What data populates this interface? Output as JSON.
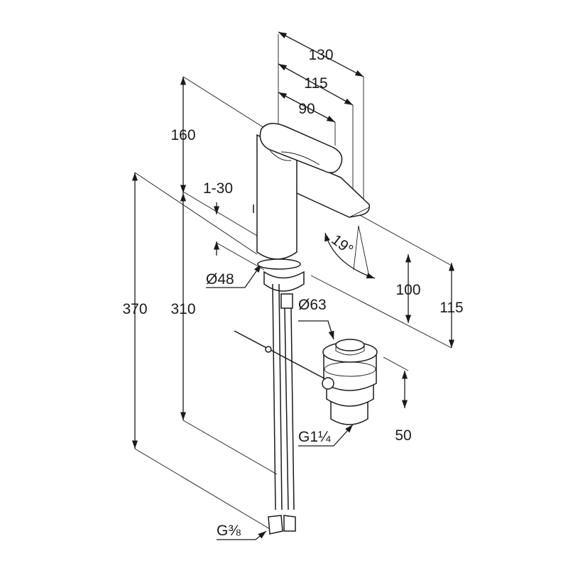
{
  "dimensions": {
    "width_total": "130",
    "width_mid": "115",
    "width_spout": "90",
    "height_body": "160",
    "handle_range": "1-30",
    "height_total": "370",
    "height_to_deck": "310",
    "spout_angle": "19°",
    "outlet_height": "100",
    "outlet_height_deck": "115",
    "body_diameter": "Ø48",
    "waste_diameter": "Ø63",
    "waste_height": "50",
    "waste_thread": "G1¼",
    "hose_thread": "G⅜"
  },
  "colors": {
    "line": "#1a1a1a",
    "background": "#ffffff"
  }
}
